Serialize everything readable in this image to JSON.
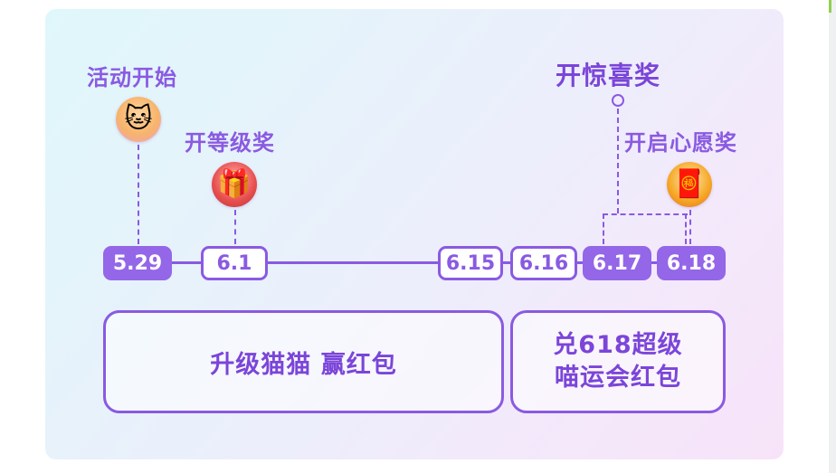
{
  "labels": {
    "activity_start": "活动开始",
    "level_prize": "开等级奖",
    "surprise_prize": "开惊喜奖",
    "wish_prize": "开启心愿奖"
  },
  "icons": {
    "start": "cat-mascot-icon",
    "level": "gift-box-icon",
    "wish": "red-envelope-icon"
  },
  "dates": [
    "5.29",
    "6.1",
    "6.15",
    "6.16",
    "6.17",
    "6.18"
  ],
  "phases": {
    "upgrade": "升级猫猫 赢红包",
    "redeem_line1": "兑618超级",
    "redeem_line2": "喵运会红包"
  },
  "colors": {
    "accent": "#8a5ae2",
    "accent_dark": "#7b45d9",
    "filled_date": "#9466e8"
  }
}
